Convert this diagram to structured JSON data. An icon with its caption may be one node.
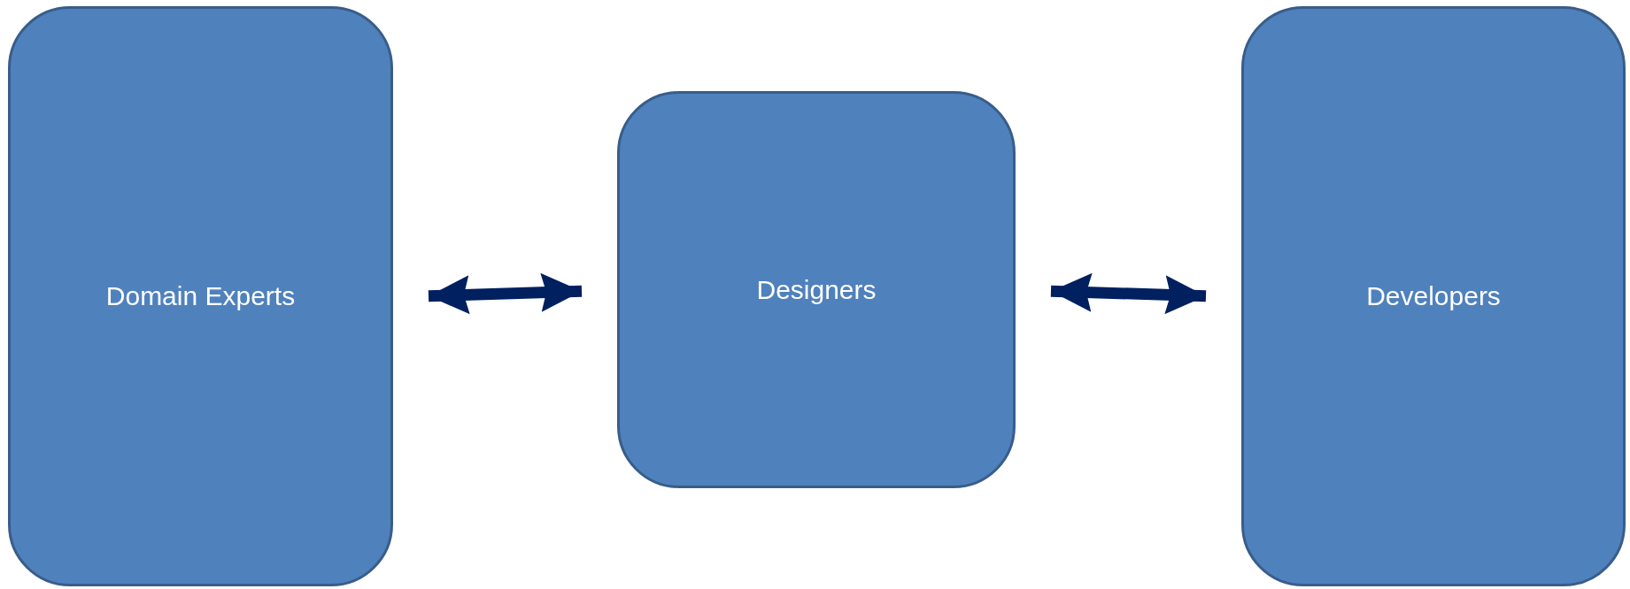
{
  "diagram": {
    "nodes": [
      {
        "text": [
          "Domain Experts"
        ]
      },
      {
        "text": [
          "Designers"
        ]
      },
      {
        "text": [
          "Developers"
        ]
      }
    ],
    "edges": [
      {
        "from": 0,
        "to": 1,
        "arrow": "both"
      },
      {
        "from": 1,
        "to": 2,
        "arrow": "both"
      }
    ]
  }
}
